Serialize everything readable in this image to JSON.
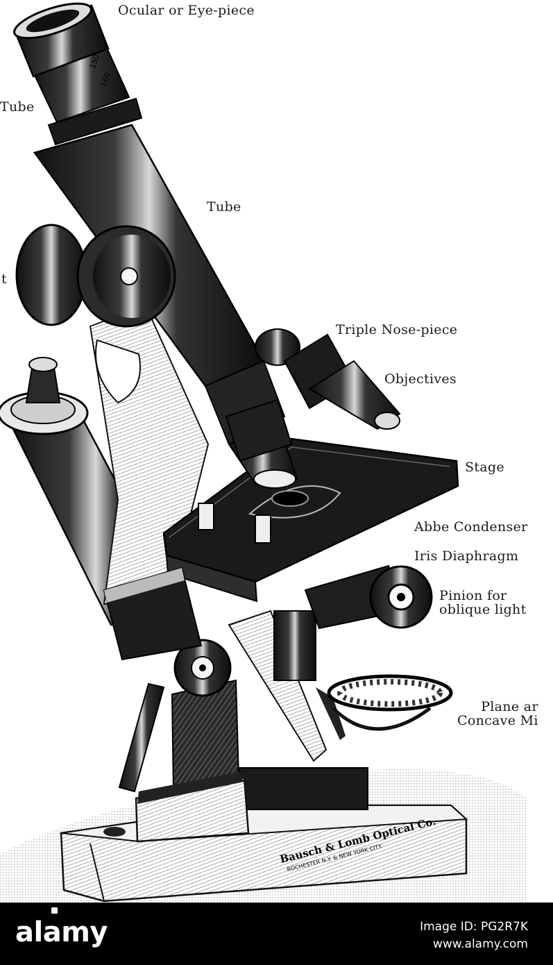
{
  "labels": {
    "ocular": "Ocular or Eye-piece",
    "draw_tube": "Tube",
    "tube": "Tube",
    "fine_adjustment_fragment": "t",
    "triple_nose_piece": "Triple Nose-piece",
    "objectives": "Objectives",
    "stage": "Stage",
    "abbe_condenser": "Abbe Condenser",
    "iris_diaphragm": "Iris Diaphragm",
    "pinion": "Pinion for\n oblique light",
    "mirror": "Plane ar\nConcave Mi"
  },
  "tube_scale": {
    "mark_upper": "150",
    "mark_lower": "160"
  },
  "maker_plate": {
    "line1": "Bausch & Lomb Optical Co.",
    "line2": "ROCHESTER N.Y. & NEW YORK CITY."
  },
  "footer": {
    "brand": "alamy",
    "image_id": "Image ID: PG2R7K",
    "url": "www.alamy.com"
  },
  "colors": {
    "ink": "#1a1a1a",
    "paper": "#ffffff",
    "footer_bg": "#000000",
    "footer_text": "#ffffff"
  }
}
